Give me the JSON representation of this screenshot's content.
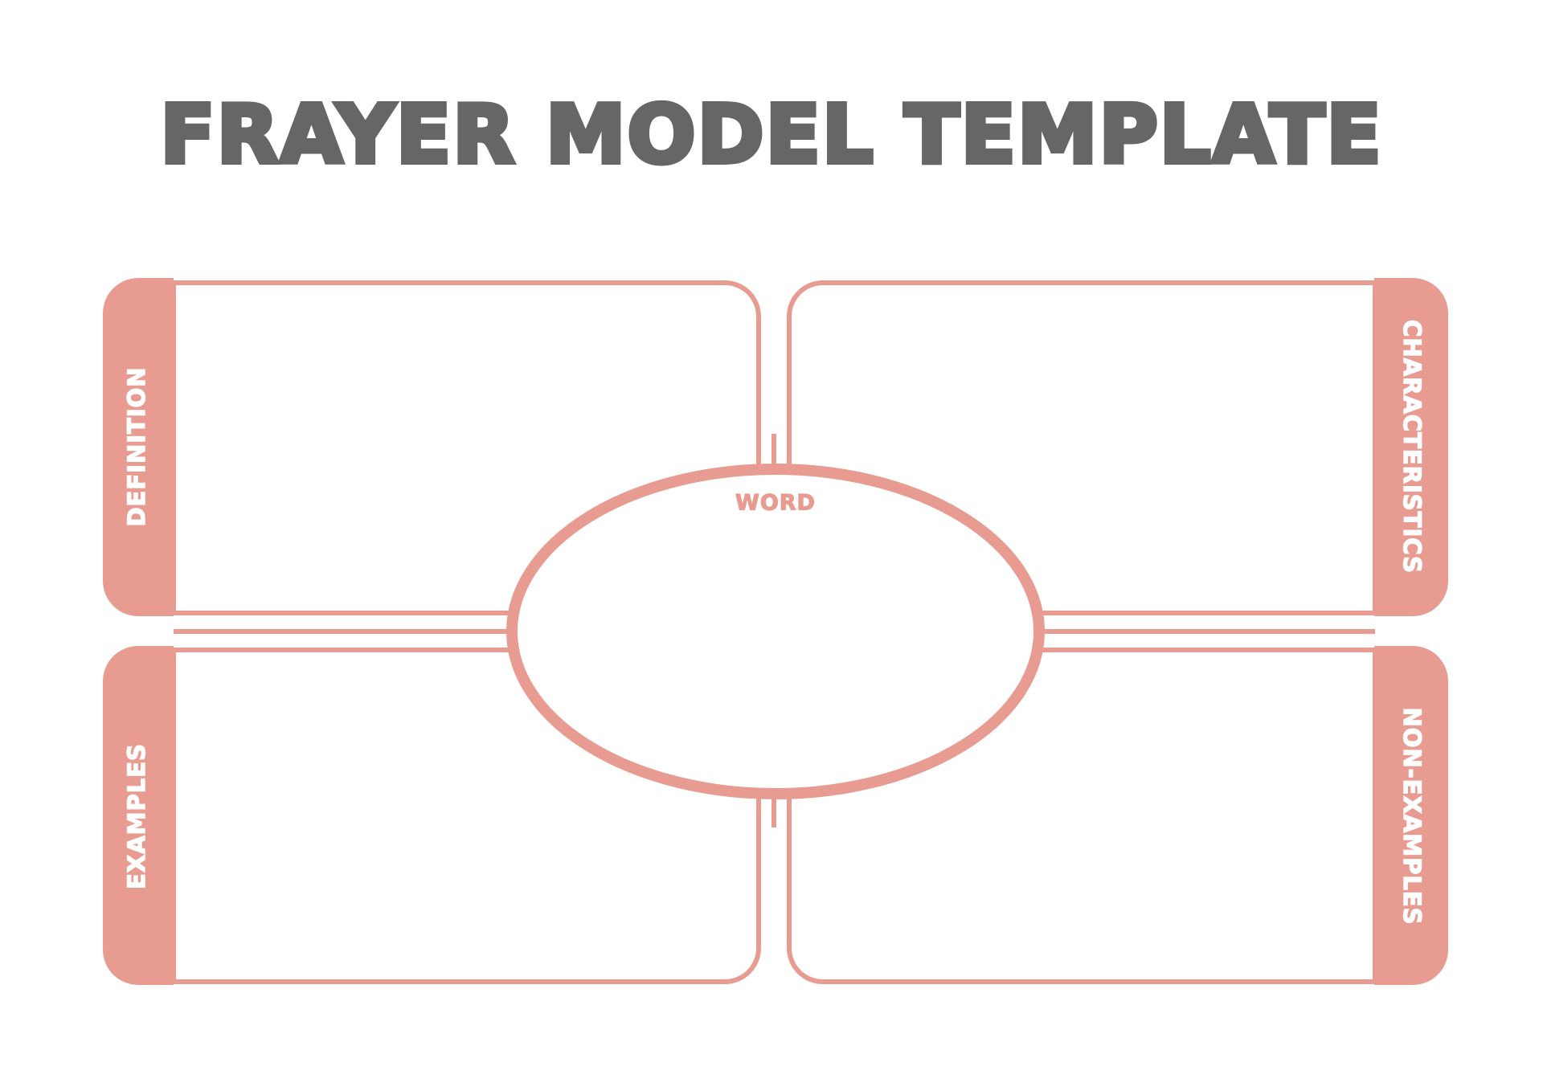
{
  "title": "FRAYER MODEL TEMPLATE",
  "center": {
    "label": "WORD"
  },
  "quadrants": {
    "top_left": {
      "label": "DEFINITION"
    },
    "top_right": {
      "label": "CHARACTERISTICS"
    },
    "bottom_left": {
      "label": "EXAMPLES"
    },
    "bottom_right": {
      "label": "NON-EXAMPLES"
    }
  },
  "colors": {
    "accent": "#E89B90",
    "title": "#666666",
    "background": "#FFFFFF"
  }
}
